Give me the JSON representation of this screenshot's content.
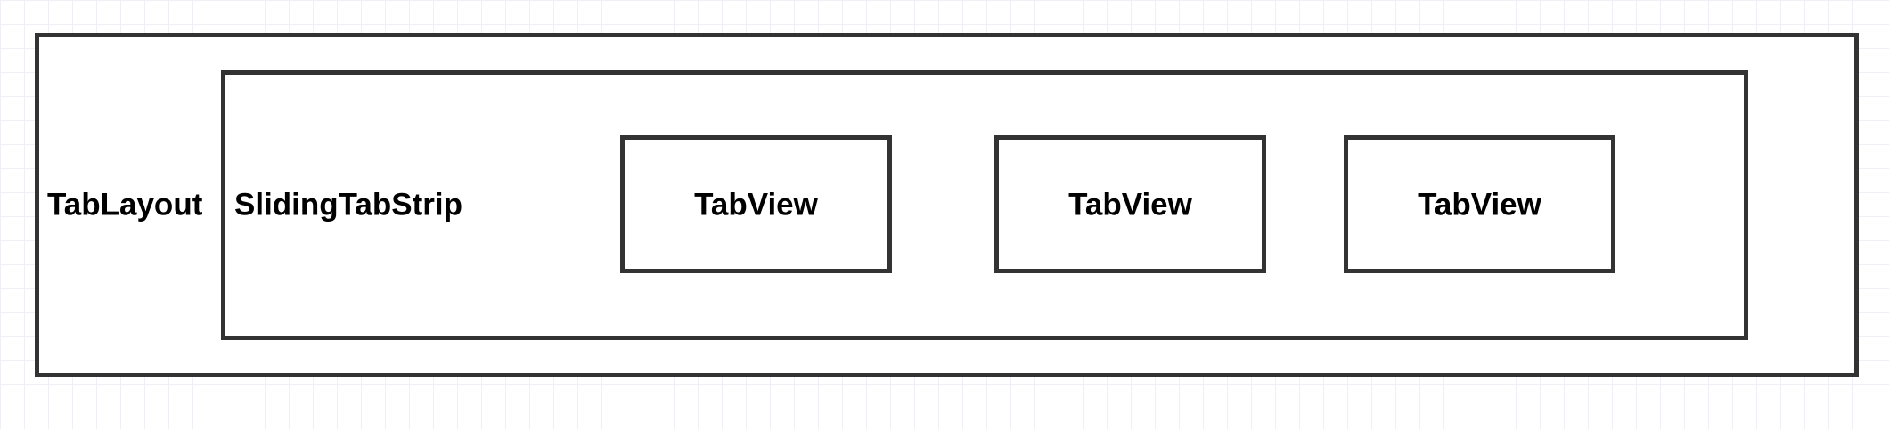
{
  "diagram": {
    "outer": {
      "label": "TabLayout"
    },
    "strip": {
      "label": "SlidingTabStrip"
    },
    "tabs": [
      {
        "label": "TabView"
      },
      {
        "label": "TabView"
      },
      {
        "label": "TabView"
      }
    ]
  }
}
